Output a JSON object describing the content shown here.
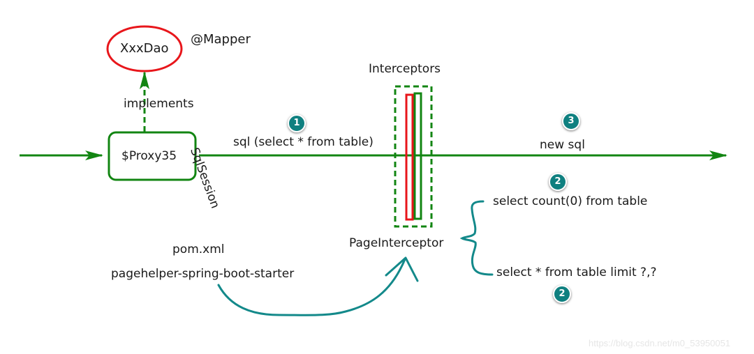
{
  "colors": {
    "flow_green": "#128512",
    "dao_red": "#e8161b",
    "teal": "#13898a",
    "text": "#1a1a1a",
    "watermark": "#e6e6e6"
  },
  "nodes": {
    "dao": {
      "label": "XxxDao",
      "annotation": "@Mapper",
      "shape": "ellipse",
      "border": "red"
    },
    "proxy": {
      "label": "$Proxy35",
      "shape": "rounded-rect",
      "border": "green"
    }
  },
  "edges": {
    "implements": {
      "label": "implements",
      "style": "dashed",
      "from": "proxy",
      "to": "dao"
    },
    "sqlsession": {
      "label": "SqlSession"
    },
    "sql_in": {
      "label": "sql (select * from table)",
      "step": "1"
    },
    "sql_out": {
      "label": "new sql",
      "step": "3"
    }
  },
  "interceptors": {
    "title": "Interceptors",
    "name": "PageInterceptor"
  },
  "generated_sql": [
    {
      "text": "select count(0) from table",
      "step": "2"
    },
    {
      "text": "select * from table limit ?,?",
      "step": "2"
    }
  ],
  "dependency": {
    "file": "pom.xml",
    "artifact": "pagehelper-spring-boot-starter"
  },
  "watermark": "https://blog.csdn.net/m0_53950051"
}
